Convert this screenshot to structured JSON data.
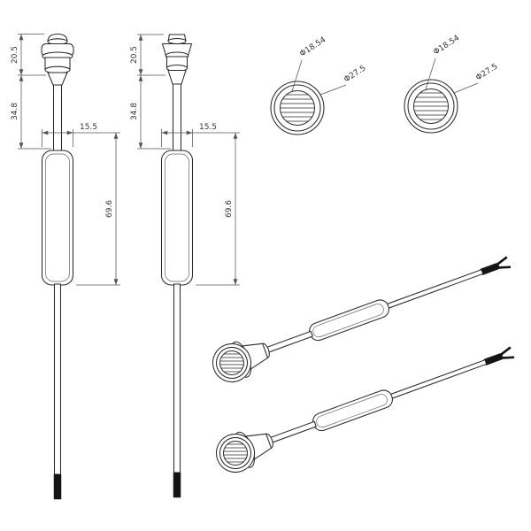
{
  "page": {
    "background_color": "#ffffff",
    "ink_color": "#2a2a2a",
    "dim_line_color": "#555555"
  },
  "drawing": {
    "dim_cap_height": "20.5",
    "dim_neck_length": "34.8",
    "dim_body_width": "15.5",
    "dim_body_length": "69.6",
    "dim_lens_diameter": "Φ18.54",
    "dim_bezel_diameter": "Φ27.5"
  }
}
